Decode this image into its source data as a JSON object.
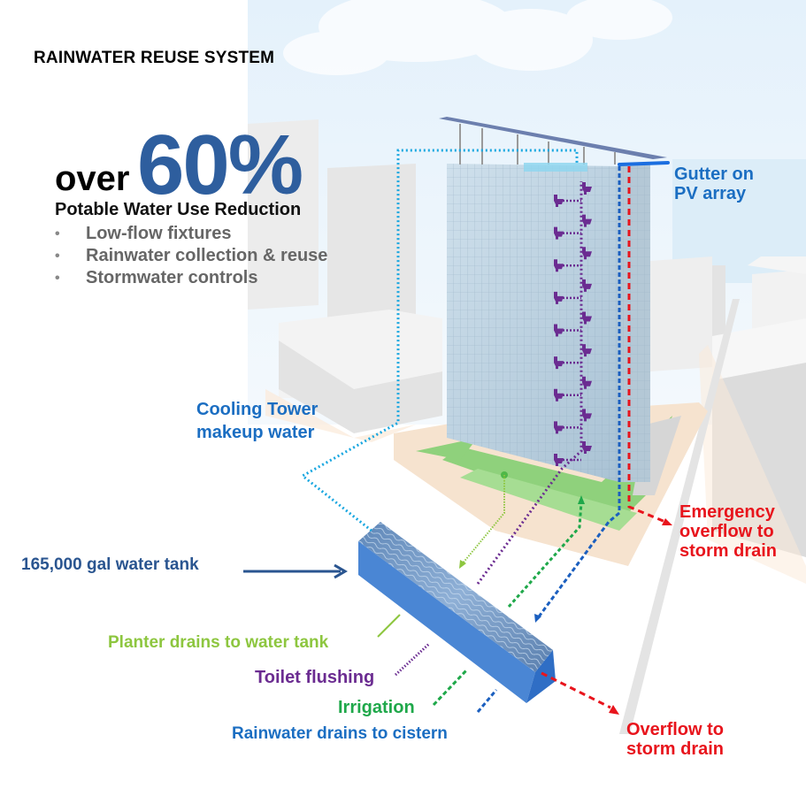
{
  "title": "RAINWATER REUSE SYSTEM",
  "headline": {
    "prefix": "over",
    "value": "60%",
    "subtitle": "Potable Water Use Reduction"
  },
  "features": [
    {
      "bullet": "•",
      "label": "Low-flow fixtures"
    },
    {
      "bullet": "•",
      "label": "Rainwater collection & reuse"
    },
    {
      "bullet": "•",
      "label": "Stormwater controls"
    }
  ],
  "labels": {
    "gutter": {
      "line1": "Gutter on",
      "line2": "PV array"
    },
    "cooling_tower": {
      "line1": "Cooling Tower",
      "line2": "makeup water"
    },
    "water_tank": "165,000 gal water tank",
    "emergency_overflow": {
      "line1": "Emergency",
      "line2": "overflow to",
      "line3": "storm drain"
    },
    "overflow": {
      "line1": "Overflow to",
      "line2": "storm drain"
    }
  },
  "legend": [
    {
      "key": "planter",
      "label": "Planter drains to water tank",
      "color": "#8dc63f",
      "style": "solid"
    },
    {
      "key": "toilet",
      "label": "Toilet flushing",
      "color": "#6b2c91",
      "style": "dotted"
    },
    {
      "key": "irrigation",
      "label": "Irrigation",
      "color": "#1fa84a",
      "style": "dashed"
    },
    {
      "key": "rainwater",
      "label": "Rainwater drains to cistern",
      "color": "#1b5fbf",
      "style": "dashed"
    }
  ],
  "colors": {
    "headline_blue": "#2e5e9e",
    "cooling_tower_pipe": "#1aa7e0",
    "overflow_red": "#e8141c",
    "toilet_purple": "#6b2c91",
    "irrigation_green": "#1fa84a",
    "planter_green": "#8dc63f",
    "rain_blue": "#1b5fbf",
    "tank_blue": "#4a86d4"
  },
  "toilet_floors": 9
}
